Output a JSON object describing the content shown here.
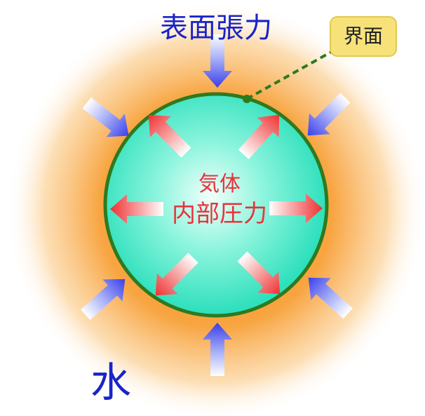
{
  "labels": {
    "surface_tension": "表面張力",
    "interface": "界面",
    "gas": "気体",
    "internal_pressure": "内部圧力",
    "water": "水"
  },
  "colors": {
    "water_orange": "#f7931e",
    "bubble_fill": "#3de8c4",
    "bubble_outline": "#2e7a1e",
    "inward_arrow": "#3a4ef0",
    "outward_arrow": "#f04040",
    "tension_text": "#1a23c8",
    "pressure_text": "#e8333a",
    "interface_box": "#f7e27a"
  }
}
